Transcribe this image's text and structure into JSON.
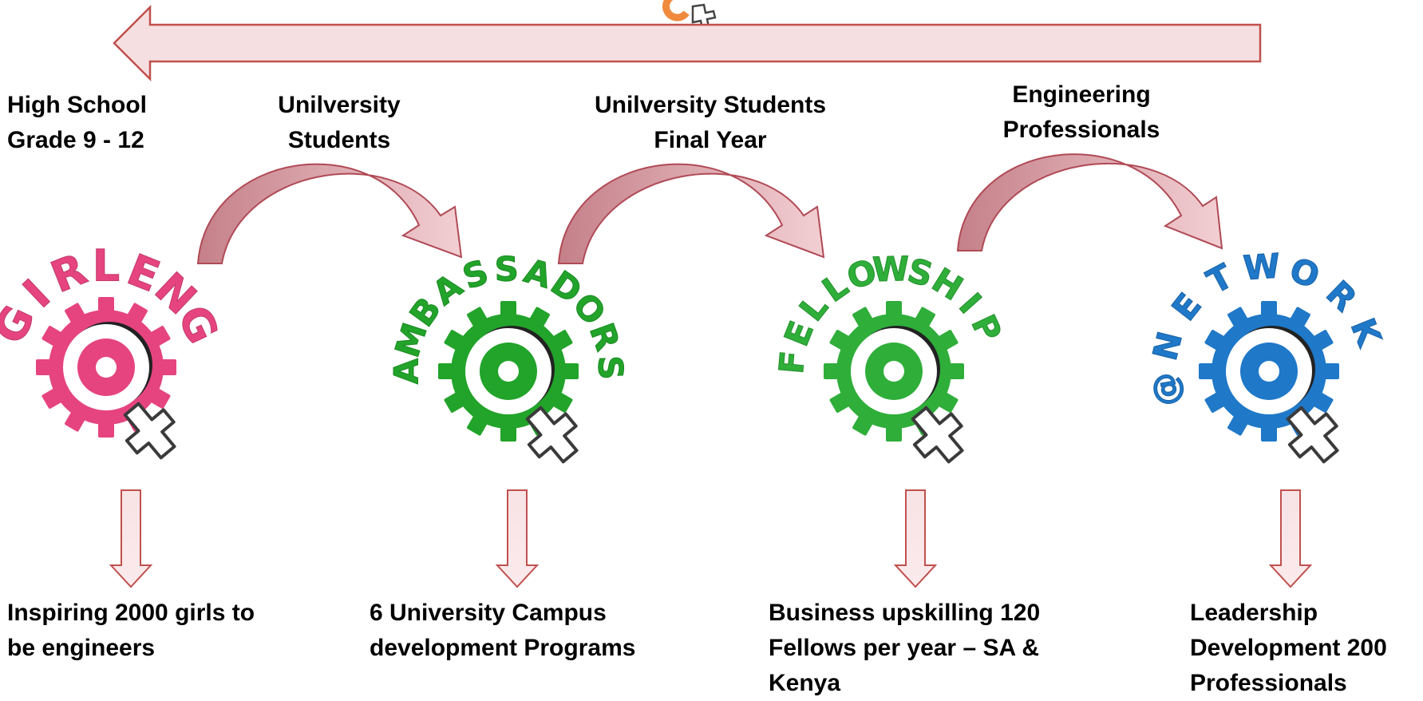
{
  "stages": [
    {
      "id": "girleng",
      "logo_text": "GIRLENG",
      "color": "#e6447f",
      "color_dark": "#c23a6b",
      "level_lines": [
        "High School",
        "Grade 9 - 12"
      ],
      "outcome_lines": [
        "Inspiring 2000 girls to",
        "be engineers"
      ]
    },
    {
      "id": "ambassadors",
      "logo_text": "AMBASSADORS",
      "color": "#22a32a",
      "color_dark": "#1a8a21",
      "level_lines": [
        "Unilversity",
        "Students"
      ],
      "outcome_lines": [
        "6 University Campus",
        "development Programs"
      ]
    },
    {
      "id": "fellowship",
      "logo_text": "FELLOWSHIP",
      "color": "#2fae3a",
      "color_dark": "#23912d",
      "level_lines": [
        "Unilversity Students",
        "Final Year"
      ],
      "outcome_lines": [
        "Business upskilling 120",
        "Fellows per year – SA &",
        "Kenya"
      ]
    },
    {
      "id": "network",
      "logo_text": "@NETWORK",
      "color": "#1f78c8",
      "color_dark": "#1a63a6",
      "level_lines": [
        "Engineering",
        "Professionals"
      ],
      "outcome_lines": [
        "Leadership",
        "Development 200",
        "Professionals"
      ]
    }
  ],
  "colors": {
    "arrow_fill": "#f6dfe1",
    "arrow_stroke": "#c0504d",
    "curve_fill": "#d79aa1"
  }
}
